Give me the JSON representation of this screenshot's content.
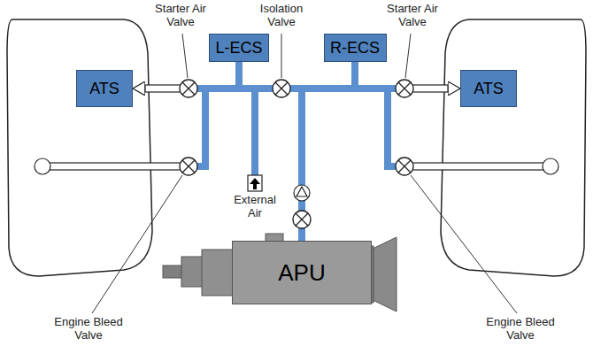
{
  "diagram": {
    "nodes": [
      {
        "text": [
          "ATS"
        ]
      },
      {
        "text": [
          "L-ECS"
        ]
      },
      {
        "text": [
          "R-ECS"
        ]
      },
      {
        "text": [
          "ATS"
        ]
      },
      {
        "text": [
          "APU"
        ]
      }
    ],
    "edges": [
      {
        "from": 1,
        "to": 0,
        "arrow": "to"
      },
      {
        "from": 1,
        "to": 2,
        "arrow": "none"
      },
      {
        "from": 2,
        "to": 3,
        "arrow": "to"
      },
      {
        "from": 4,
        "to": 2,
        "arrow": "none"
      }
    ],
    "labels": [
      "Starter Air Valve",
      "Isolation Valve",
      "Starter Air Valve",
      "External Air",
      "Engine Bleed Valve",
      "Engine Bleed Valve"
    ]
  }
}
